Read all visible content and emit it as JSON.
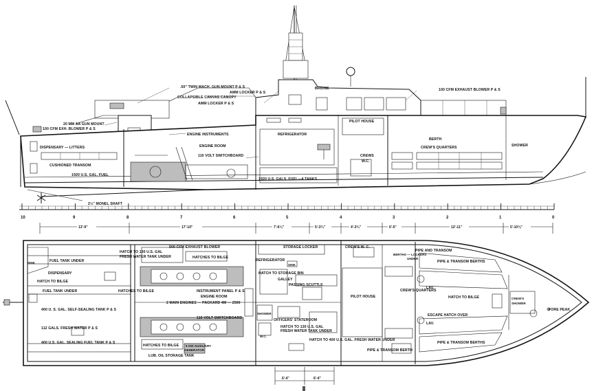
{
  "profile_labels": [
    {
      "text": ".50\" TWIN MACH. GUN MOUNT P & S"
    },
    {
      "text": "AMM LOCKER P & S"
    },
    {
      "text": "COLLAPSIBLE CANVAS CANOPY"
    },
    {
      "text": "AMM LOCKER P & S"
    },
    {
      "text": "BRIDGE"
    },
    {
      "text": "100 CFM EXHAUST BLOWER P & S"
    },
    {
      "text": "20 MM AA GUN MOUNT"
    },
    {
      "text": "100 CFM EXH. BLOWER P & S"
    },
    {
      "text": "ENGINE INSTRUMENTS"
    },
    {
      "text": "REFRIGERATOR"
    },
    {
      "text": "PILOT HOUSE"
    },
    {
      "text": "BERTH"
    },
    {
      "text": "CREW'S QUARTERS"
    },
    {
      "text": "SHOWER"
    },
    {
      "text": "DISPENSARY — LITTERS"
    },
    {
      "text": "ENGINE ROOM"
    },
    {
      "text": "110 VOLT SWITCHBOARD"
    },
    {
      "text": "CREWS"
    },
    {
      "text": "W.C."
    },
    {
      "text": "CUSHIONED TRANSOM"
    },
    {
      "text": "1920 U.S. GAL. FUEL"
    },
    {
      "text": "1920 U.S. GALS. FUEL—4 TANKS"
    },
    {
      "text": "2½\" MONEL SHAFT"
    }
  ],
  "stations": [
    "10",
    "9",
    "8",
    "7",
    "6",
    "5",
    "4",
    "3",
    "2",
    "1",
    "0"
  ],
  "dimensions": [
    "13'-9\"",
    "17'-10\"",
    "7'-6¼\"",
    "5'-3¾\"",
    "4'-3¾\"",
    "6'-5\"",
    "12'-11\"",
    "5'-10¾\""
  ],
  "bottom_dimensions": [
    "6'-4\"",
    "6'-4\""
  ],
  "plan_labels": [
    {
      "text": "500 CFM EXHAUST BLOWER"
    },
    {
      "text": "STORAGE LOCKER"
    },
    {
      "text": "CREW'S W. C."
    },
    {
      "text": "PIPE AND TRANSOM"
    },
    {
      "text": "BERTHS — LOCKERS"
    },
    {
      "text": "UNDER"
    },
    {
      "text": "SINK"
    },
    {
      "text": "FUEL TANK UNDER"
    },
    {
      "text": "HATCH TO 130 U.S. GAL"
    },
    {
      "text": "FRESH WATER TANK UNDER"
    },
    {
      "text": "HATCHES TO BILGE"
    },
    {
      "text": "REFRIGERATOR"
    },
    {
      "text": "PIPE & TRANSOM BERTHS"
    },
    {
      "text": "SINK"
    },
    {
      "text": "DISPENSARY"
    },
    {
      "text": "HATCH TO BILGE"
    },
    {
      "text": "HATCH TO STORAGE BIN"
    },
    {
      "text": "GALLEY"
    },
    {
      "text": "PASSING SCUTTLE"
    },
    {
      "text": "FUEL TANK UNDER"
    },
    {
      "text": "HATCHES TO BILGE"
    },
    {
      "text": "INSTRUMENT PANEL P & S"
    },
    {
      "text": "ENGINE ROOM"
    },
    {
      "text": "PILOT HOUSE"
    },
    {
      "text": "CREW'S QUARTERS"
    },
    {
      "text": "LAV."
    },
    {
      "text": "HATCH TO BILGE"
    },
    {
      "text": "CREW'S"
    },
    {
      "text": "SHOWER"
    },
    {
      "text": "2 MAIN ENGINES — PACKARD 4M — 2500"
    },
    {
      "text": "400 U. S. GAL. SELF-SEALING TANK P & S"
    },
    {
      "text": "ESCAPE HATCH OVER"
    },
    {
      "text": "SHOWER"
    },
    {
      "text": "FORE PEAK"
    },
    {
      "text": "110 VOLT SWITCHBOARD"
    },
    {
      "text": "OFFICERS' STATEROOM"
    },
    {
      "text": "LAV."
    },
    {
      "text": "112 GALS. FRESH WATER P & S"
    },
    {
      "text": "HATCH TO 130 U.S. GAL"
    },
    {
      "text": "FRESH WATER TANK UNDER"
    },
    {
      "text": "W.C."
    },
    {
      "text": "HATCH TO 400 U.S. GAL. FRESH WATER UNDER"
    },
    {
      "text": "PIPE & TRANSOM BERTHS"
    },
    {
      "text": "400 U.S. GAL. SEALING FUEL TANK P & S"
    },
    {
      "text": "HATCHES TO BILGE"
    },
    {
      "text": "5 KW AUXILIARY"
    },
    {
      "text": "GENERATOR"
    },
    {
      "text": "PIPE & TRANSOM BERTH"
    },
    {
      "text": "LUB. OIL STORAGE TANK"
    }
  ]
}
